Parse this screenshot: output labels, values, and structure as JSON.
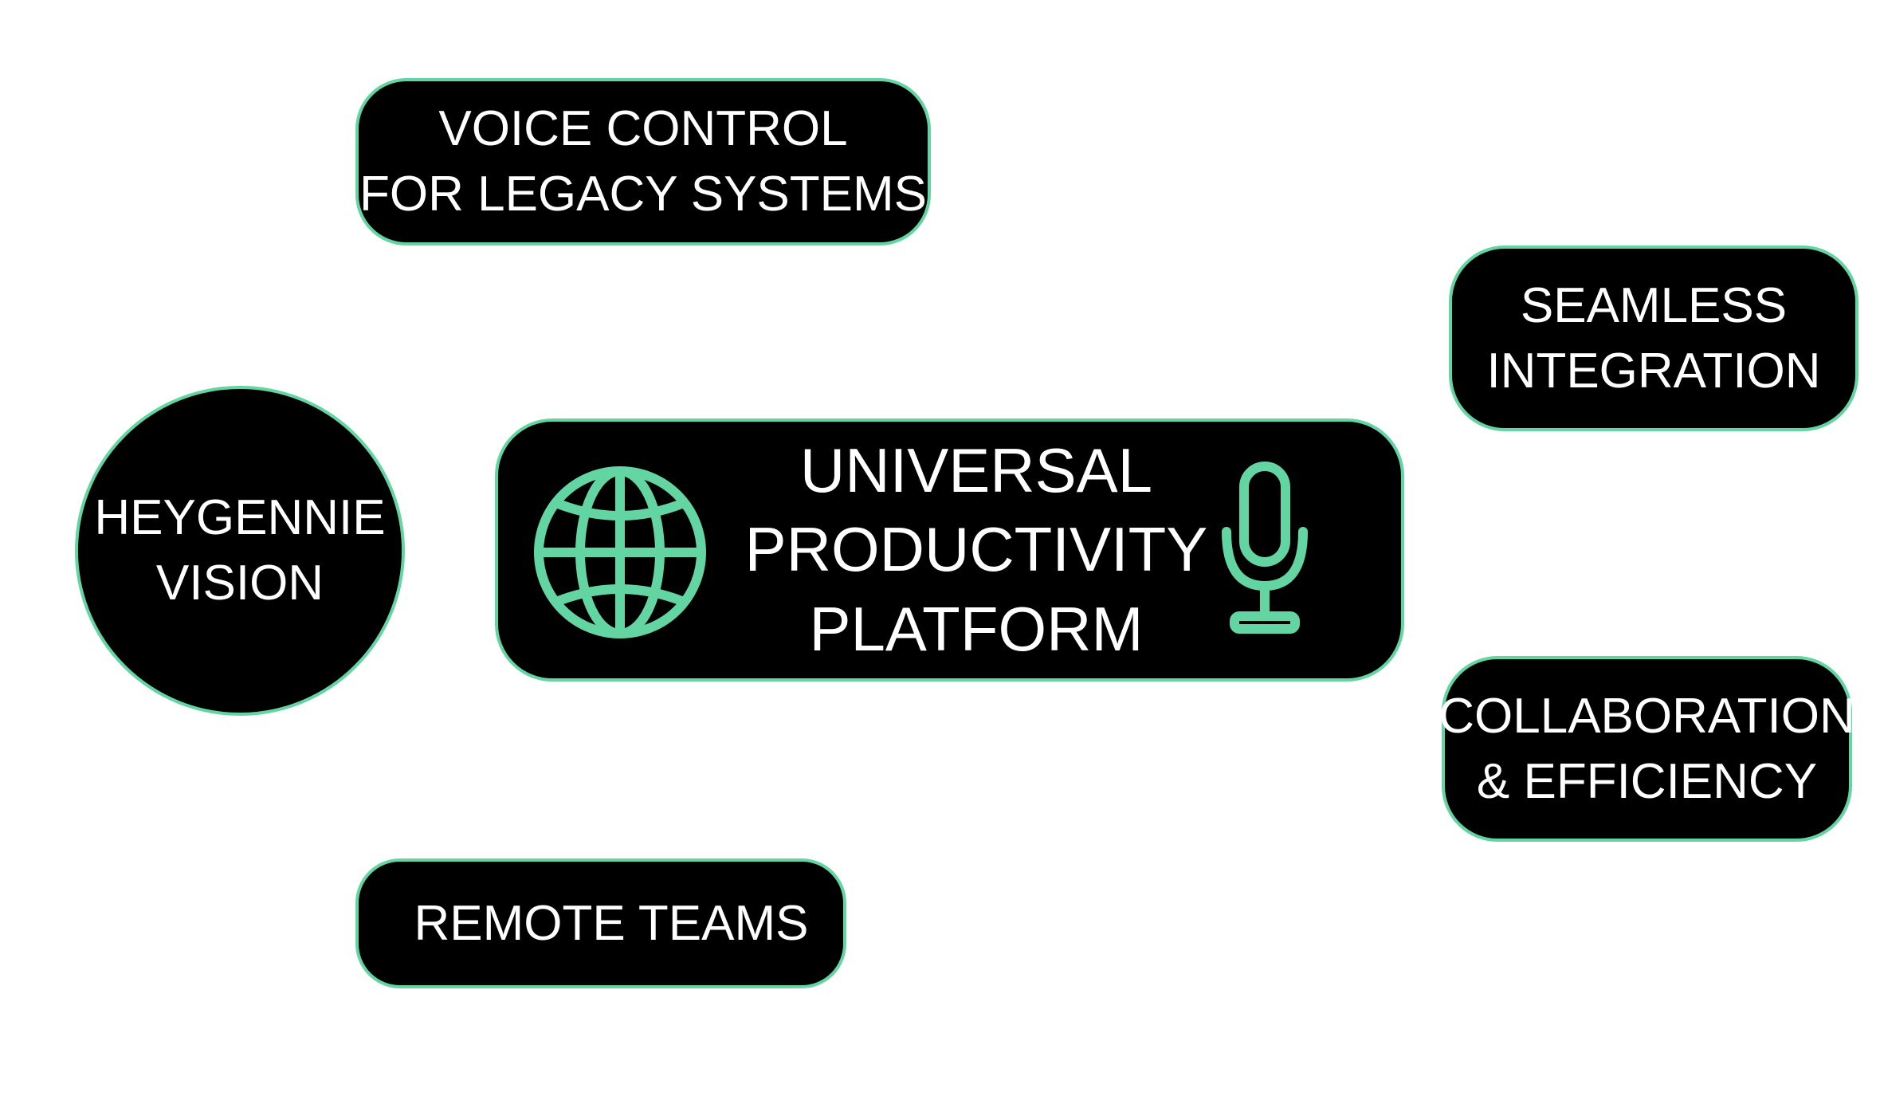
{
  "diagram": {
    "accent_color": "#62d5a3",
    "node_fill": "#000000",
    "text_color": "#ffffff",
    "center": {
      "lines": [
        "UNIVERSAL",
        "PRODUCTIVITY",
        "PLATFORM"
      ],
      "left_icon": "globe-icon",
      "right_icon": "microphone-icon"
    },
    "nodes": {
      "voice_control": {
        "lines": [
          "VOICE CONTROL",
          "FOR LEGACY SYSTEMS"
        ]
      },
      "seamless_integration": {
        "lines": [
          "SEAMLESS",
          "INTEGRATION"
        ]
      },
      "heygennie_vision": {
        "lines": [
          "HEYGENNIE",
          "VISION"
        ]
      },
      "collaboration": {
        "lines": [
          "COLLABORATION",
          "& EFFICIENCY"
        ]
      },
      "remote_teams": {
        "lines": [
          "REMOTE TEAMS"
        ]
      }
    }
  }
}
